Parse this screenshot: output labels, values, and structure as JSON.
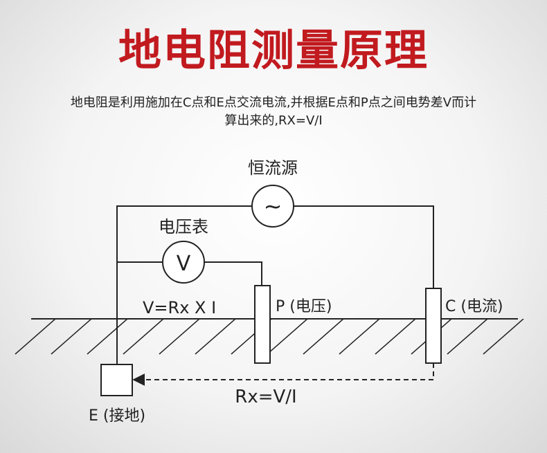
{
  "title": "地电阻测量原理",
  "description": {
    "line1": "地电阻是利用施加在C点和E点交流电流,并根据E点和P点之间电势差V而计",
    "line2": "算出来的,RX=V/I"
  },
  "diagram": {
    "current_source_label": "恒流源",
    "current_source_symbol": "~",
    "voltmeter_label": "电压表",
    "voltmeter_symbol": "V",
    "formula_voltage": "V=Rx X I",
    "p_label": "P (电压)",
    "c_label": "C (电流)",
    "e_label": "E (接地)",
    "formula_resistance": "Rx=V/I"
  },
  "colors": {
    "title": "#c11a1f",
    "line": "#222222"
  }
}
